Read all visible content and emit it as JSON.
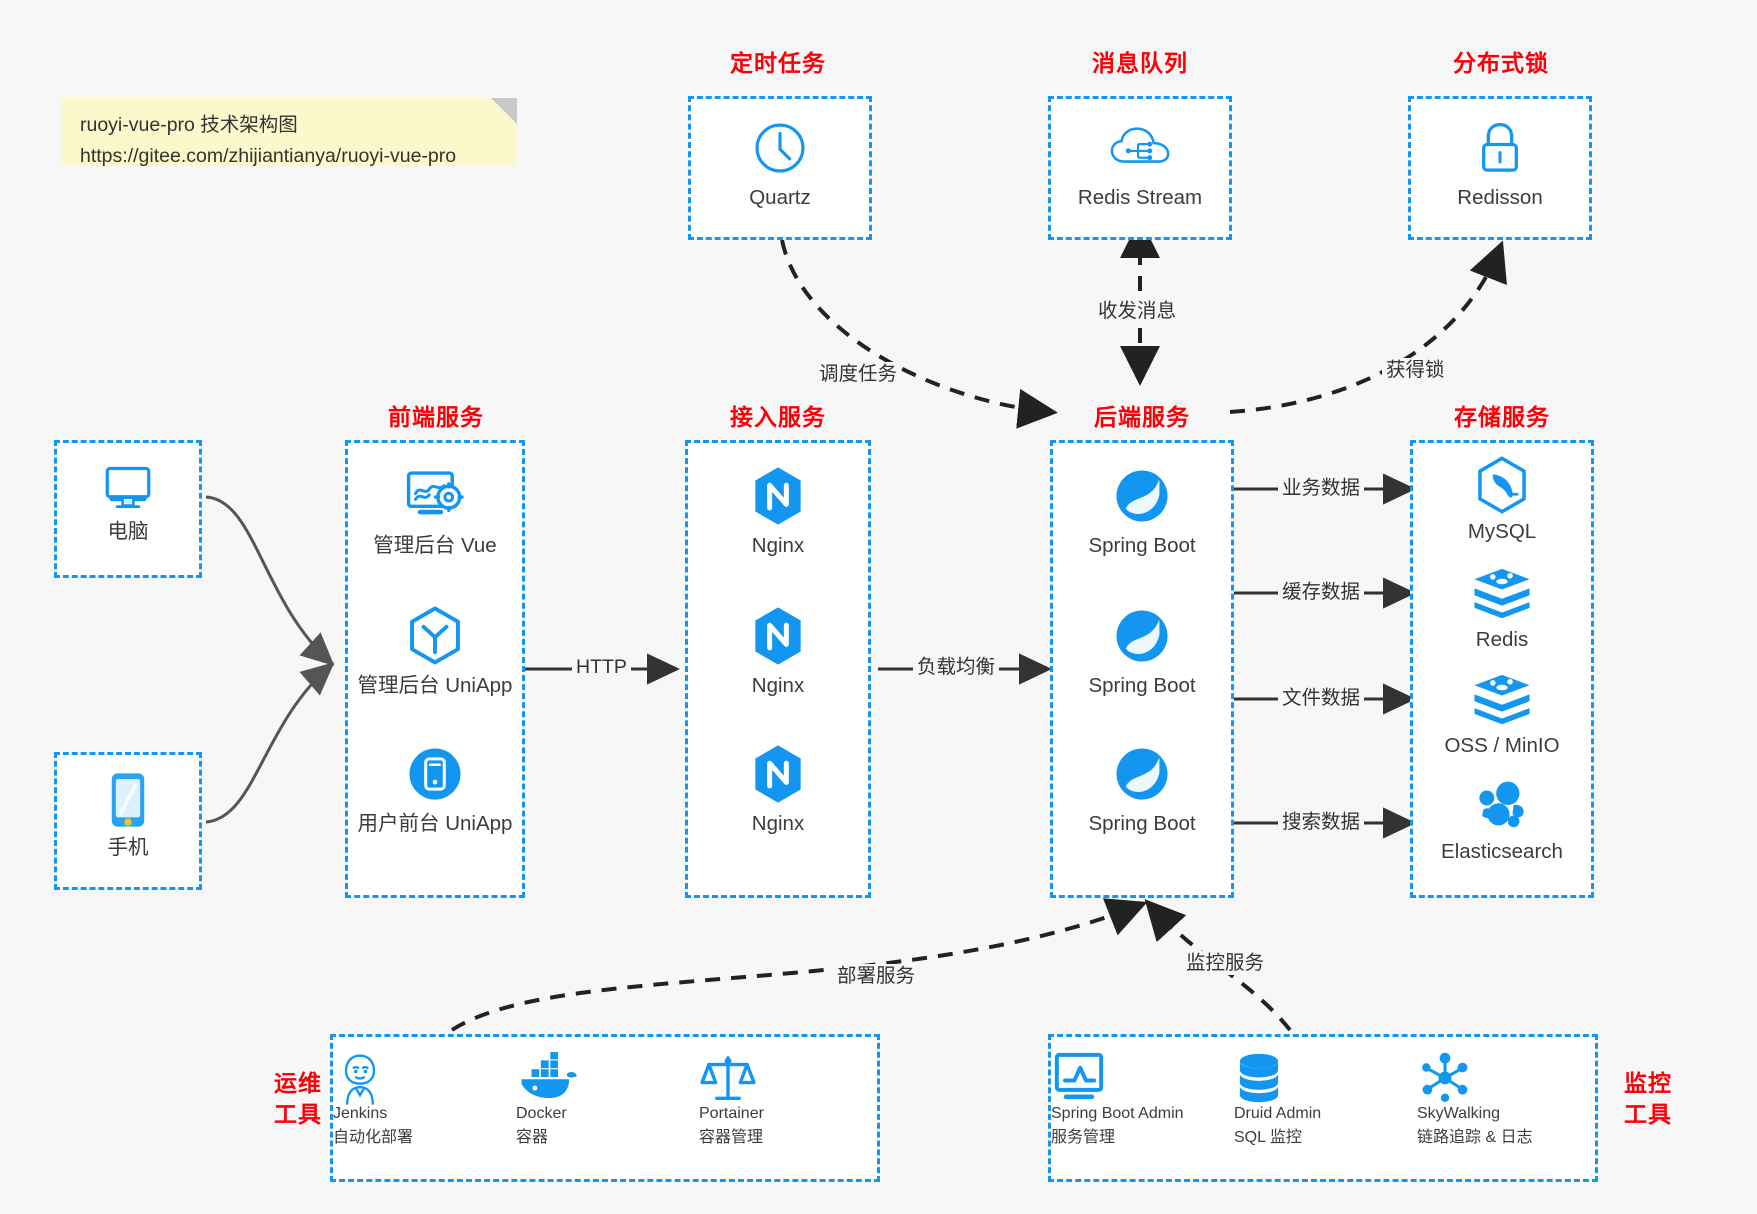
{
  "note": {
    "line1": "ruoyi-vue-pro 技术架构图",
    "line2": "https://gitee.com/zhijiantianya/ruoyi-vue-pro"
  },
  "colors": {
    "accent_blue": "#1296f0",
    "title_red": "#fb0007",
    "background": "#f7f7f7",
    "box_fill": "#ffffff",
    "text": "#3c3c3c",
    "note_bg": "#fbf8cc",
    "edge_solid": "#333333",
    "edge_curve": "#555555"
  },
  "groups": {
    "scheduled_task": "定时任务",
    "message_queue": "消息队列",
    "distributed_lock": "分布式锁",
    "frontend": "前端服务",
    "gateway": "接入服务",
    "backend": "后端服务",
    "storage": "存储服务",
    "devops_line1": "运维",
    "devops_line2": "工具",
    "monitor_line1": "监控",
    "monitor_line2": "工具"
  },
  "nodes": {
    "quartz": {
      "label": "Quartz",
      "icon": "clock-icon"
    },
    "redis_stream": {
      "label": "Redis Stream",
      "icon": "cloud-stream-icon"
    },
    "redisson": {
      "label": "Redisson",
      "icon": "lock-icon"
    },
    "computer": {
      "label": "电脑",
      "icon": "monitor-icon"
    },
    "phone": {
      "label": "手机",
      "icon": "smartphone-icon"
    },
    "frontend_items": [
      {
        "label": "管理后台 Vue",
        "icon": "dashboard-gear-icon"
      },
      {
        "label": "管理后台 UniApp",
        "icon": "uniapp-hexagon-icon"
      },
      {
        "label": "用户前台 UniApp",
        "icon": "mobile-circle-icon"
      }
    ],
    "gateway_items": [
      {
        "label": "Nginx",
        "icon": "nginx-icon"
      },
      {
        "label": "Nginx",
        "icon": "nginx-icon"
      },
      {
        "label": "Nginx",
        "icon": "nginx-icon"
      }
    ],
    "backend_items": [
      {
        "label": "Spring Boot",
        "icon": "spring-leaf-icon"
      },
      {
        "label": "Spring Boot",
        "icon": "spring-leaf-icon"
      },
      {
        "label": "Spring Boot",
        "icon": "spring-leaf-icon"
      }
    ],
    "storage_items": [
      {
        "label": "MySQL",
        "icon": "mysql-dolphin-icon"
      },
      {
        "label": "Redis",
        "icon": "redis-stack-icon"
      },
      {
        "label": "OSS / MinIO",
        "icon": "redis-stack-icon"
      },
      {
        "label": "Elasticsearch",
        "icon": "elasticsearch-icon"
      }
    ],
    "devops_items": [
      {
        "label": "Jenkins",
        "sublabel": "自动化部署",
        "icon": "jenkins-butler-icon"
      },
      {
        "label": "Docker",
        "sublabel": "容器",
        "icon": "docker-whale-icon"
      },
      {
        "label": "Portainer",
        "sublabel": "容器管理",
        "icon": "scales-icon"
      }
    ],
    "monitor_items": [
      {
        "label": "Spring Boot Admin",
        "sublabel": "服务管理",
        "icon": "monitor-chart-icon"
      },
      {
        "label": "Druid Admin",
        "sublabel": "SQL 监控",
        "icon": "database-icon"
      },
      {
        "label": "SkyWalking",
        "sublabel": "链路追踪 & 日志",
        "icon": "skywalking-node-icon"
      }
    ]
  },
  "edges": {
    "http": "HTTP",
    "load_balance": "负载均衡",
    "schedule_task": "调度任务",
    "send_receive_message": "收发消息",
    "acquire_lock": "获得锁",
    "business_data": "业务数据",
    "cache_data": "缓存数据",
    "file_data": "文件数据",
    "search_data": "搜索数据",
    "deploy_service": "部署服务",
    "monitor_service": "监控服务"
  }
}
